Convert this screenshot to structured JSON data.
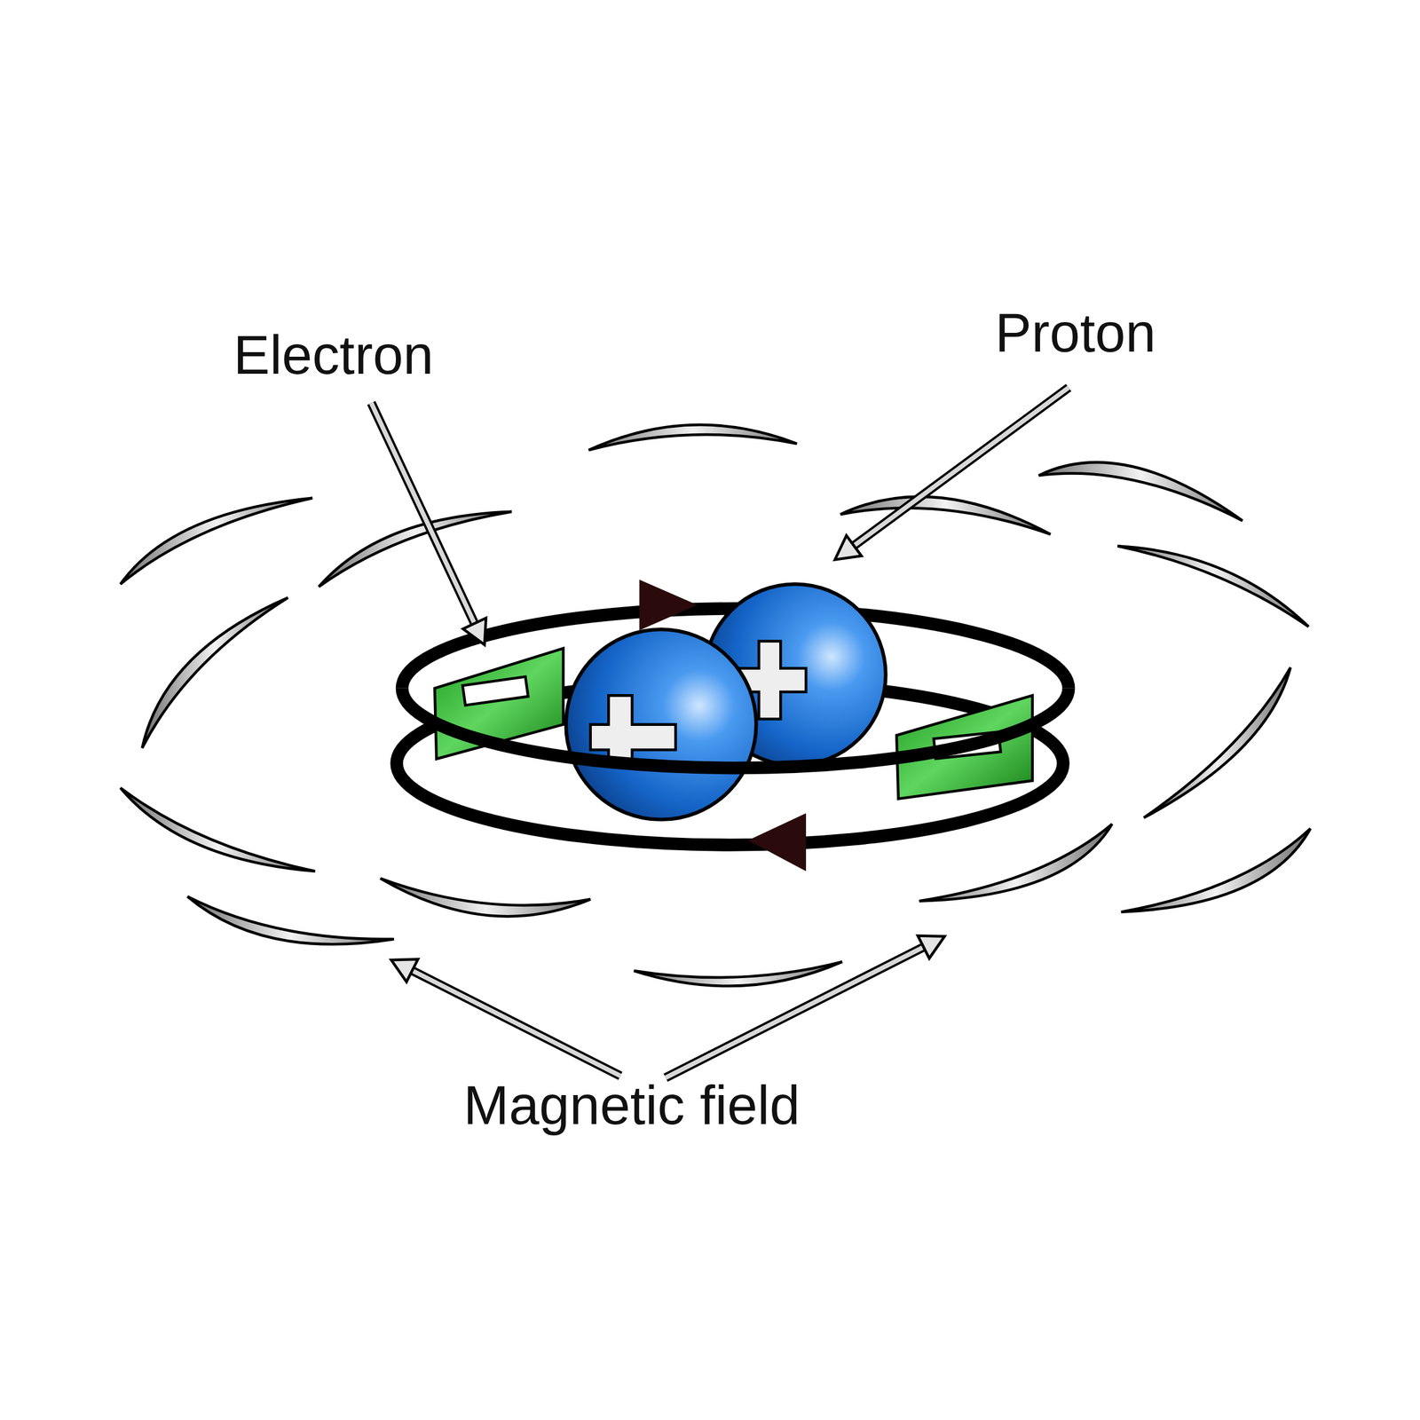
{
  "diagram": {
    "labels": [
      "Electron",
      "Proton",
      "Magnetic field"
    ]
  }
}
